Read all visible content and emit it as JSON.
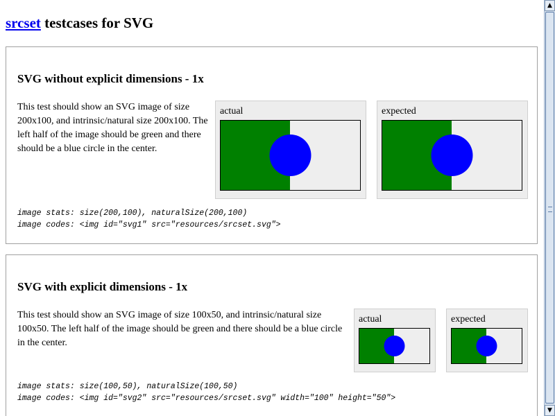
{
  "header": {
    "link": "srcset",
    "title_rest": " testcases for SVG"
  },
  "sections": [
    {
      "heading": "SVG without explicit dimensions - 1x",
      "description": "This test should show an SVG image of size 200x100, and intrinsic/natural size 200x100. The left half of the image should be green and there should be a blue circle in the center.",
      "actual_label": "actual",
      "expected_label": "expected",
      "image_stats": "image stats: size(200,100), naturalSize(200,100)",
      "image_codes": "image codes: <img id=\"svg1\" src=\"resources/srcset.svg\">"
    },
    {
      "heading": "SVG with explicit dimensions - 1x",
      "description": "This test should show an SVG image of size 100x50, and intrinsic/natural size 100x50. The left half of the image should be green and there should be a blue circle in the center.",
      "actual_label": "actual",
      "expected_label": "expected",
      "image_stats": "image stats: size(100,50), naturalSize(100,50)",
      "image_codes": "image codes: <img id=\"svg2\" src=\"resources/srcset.svg\" width=\"100\" height=\"50\">"
    }
  ],
  "colors": {
    "green": "#008000",
    "blue": "#0000ff",
    "light": "#eeeeee",
    "link": "#0000ee"
  },
  "scrollbar": {
    "up_icon": "arrow-up-icon",
    "down_icon": "arrow-down-icon"
  }
}
